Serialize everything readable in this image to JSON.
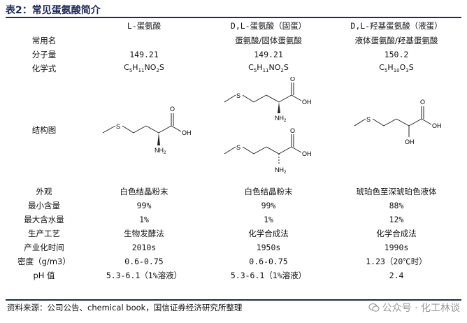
{
  "title": "表2：常见蛋氨酸简介",
  "headers": [
    "",
    "L-蛋氨酸",
    "D,L-蛋氨酸（固蛋）",
    "D,L-羟基蛋氨酸（液蛋）"
  ],
  "rows": {
    "common_name": {
      "label": "常用名",
      "c1": "",
      "c2": "蛋氨酸/固体蛋氨酸",
      "c3": "液体蛋氨酸/羟基蛋氨酸"
    },
    "mw": {
      "label": "分子量",
      "c1": "149.21",
      "c2": "149.21",
      "c3": "150.2"
    },
    "formula": {
      "label": "化学式"
    },
    "structure": {
      "label": "结构图"
    },
    "appearance": {
      "label": "外观",
      "c1": "白色结晶粉末",
      "c2": "白色结晶粉末",
      "c3": "琥珀色至深琥珀色液体"
    },
    "min_content": {
      "label": "最小含量",
      "c1": "99%",
      "c2": "99%",
      "c3": "88%"
    },
    "max_water": {
      "label": "最大含水量",
      "c1": "1%",
      "c2": "1%",
      "c3": "12%"
    },
    "process": {
      "label": "生产工艺",
      "c1": "生物发酵法",
      "c2": "化学合成法",
      "c3": "化学合成法"
    },
    "industrial_time": {
      "label": "产业化时间",
      "c1": "2010s",
      "c2": "1950s",
      "c3": "1990s"
    },
    "density": {
      "label": "密度（g/m3）",
      "c1": "0.6-0.75",
      "c2": "0.6-0.75",
      "c3": "1.23（20℃时）"
    },
    "ph": {
      "label": "pH 值",
      "c1": "5.3-6.1（1%溶液）",
      "c2": "5.3-6.1（1%溶液）",
      "c3": "2.4"
    }
  },
  "formulas": {
    "c1": {
      "C": "C",
      "n1": "5",
      "H": "H",
      "n2": "11",
      "N": "NO",
      "n3": "2",
      "S": "S"
    },
    "c2": {
      "C": "C",
      "n1": "5",
      "H": "H",
      "n2": "11",
      "N": "NO",
      "n3": "2",
      "S": "S"
    },
    "c3": {
      "C": "C",
      "n1": "5",
      "H": "H",
      "n2": "10",
      "O": "O",
      "n3": "3",
      "S": "S"
    }
  },
  "struct_labels": {
    "S": "S",
    "O": "O",
    "OH": "OH",
    "NH2": "NH",
    "NH2_sub": "2"
  },
  "source": "资料来源：公司公告、chemical book，国信证券经济研究所整理",
  "watermark": "公众号 · 化工林谈"
}
